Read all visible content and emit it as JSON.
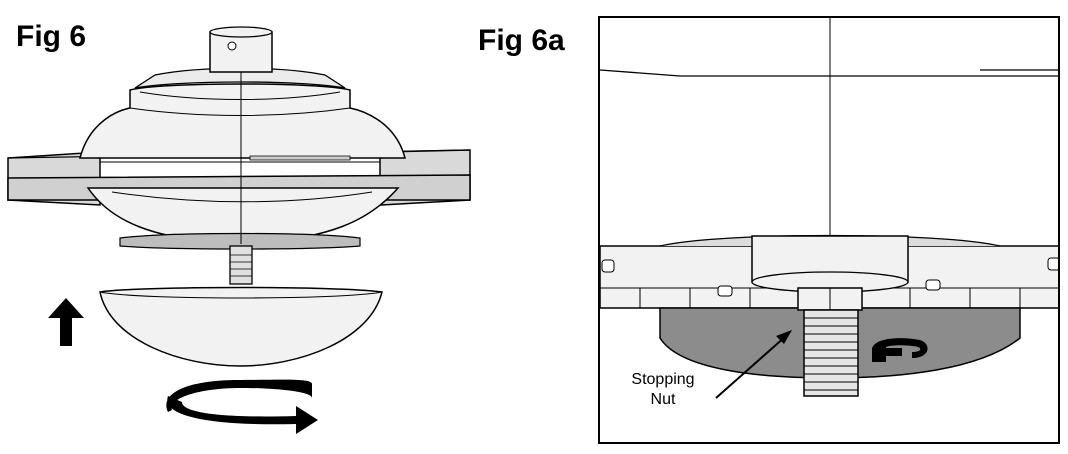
{
  "figures": {
    "fig6": {
      "title": "Fig 6"
    },
    "fig6a": {
      "title": "Fig 6a",
      "callout_line1": "Stopping",
      "callout_line2": "Nut"
    }
  },
  "colors": {
    "outline": "#000000",
    "body_fill": "#f2f2f2",
    "shade_fill": "#d9d9d9",
    "dark_fill": "#8c8c8c",
    "arrow": "#000000"
  },
  "icons": [
    "up-arrow-icon",
    "rotate-arrow-icon",
    "rotate-arrow-icon"
  ]
}
